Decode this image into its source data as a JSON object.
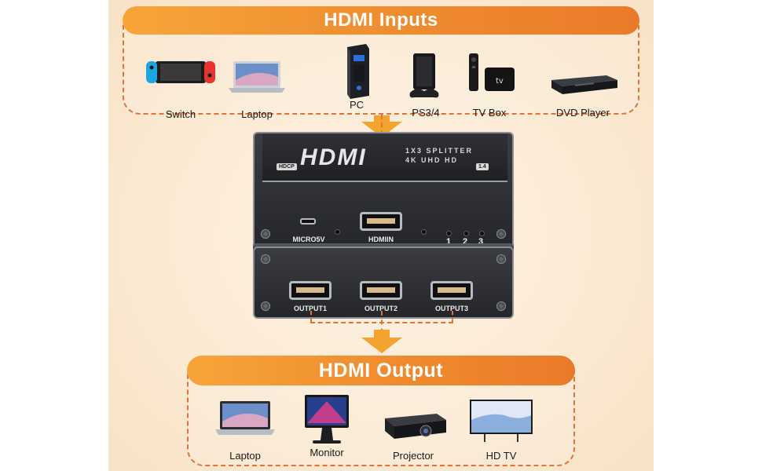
{
  "inputs": {
    "title": "HDMI Inputs",
    "devices": [
      {
        "label": "Switch",
        "icon": "game-console-icon"
      },
      {
        "label": "Laptop",
        "icon": "laptop-icon"
      },
      {
        "label": "PC",
        "icon": "pc-tower-icon"
      },
      {
        "label": "PS3/4",
        "icon": "playstation-icon"
      },
      {
        "label": "TV Box",
        "icon": "tv-box-icon"
      },
      {
        "label": "DVD Player",
        "icon": "dvd-player-icon"
      }
    ]
  },
  "splitter": {
    "brand": "HDMI",
    "spec_line1": "1X3 SPLITTER",
    "spec_line2": "4K   UHD   HD",
    "badge_left": "HDCP",
    "badge_right": "1.4",
    "micro_label": "MICRO5V",
    "input_label": "HDMIIN",
    "led_numbers": [
      "1",
      "2",
      "3"
    ],
    "outputs": [
      "OUTPUT1",
      "OUTPUT2",
      "OUTPUT3"
    ]
  },
  "outputs": {
    "title": "HDMI Output",
    "devices": [
      {
        "label": "Laptop",
        "icon": "laptop-icon"
      },
      {
        "label": "Monitor",
        "icon": "monitor-icon"
      },
      {
        "label": "Projector",
        "icon": "projector-icon"
      },
      {
        "label": "HD TV",
        "icon": "hdtv-icon"
      }
    ]
  },
  "colors": {
    "accent": "#f08f30",
    "dash": "#e0733a",
    "arrow": "#f3a330",
    "device_body": "#2a2c30"
  }
}
